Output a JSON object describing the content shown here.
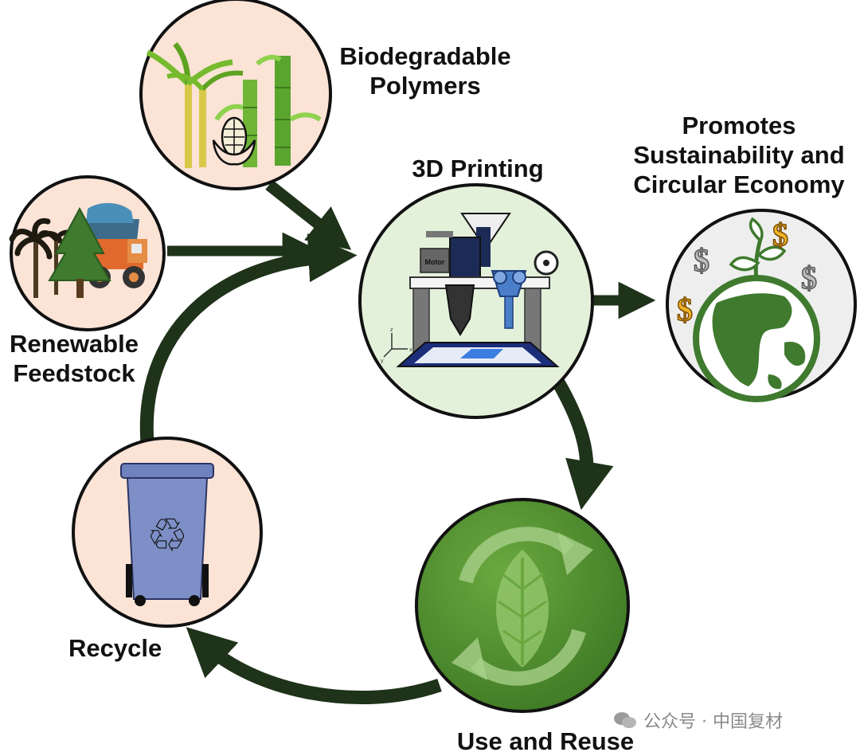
{
  "nodes": {
    "biodegradable": {
      "label_line1": "Biodegradable",
      "label_line2": "Polymers"
    },
    "printing": {
      "label": "3D Printing",
      "motor_label": "Motor",
      "axes": [
        "z",
        "x",
        "y"
      ]
    },
    "renewable": {
      "label_line1": "Renewable",
      "label_line2": "Feedstock"
    },
    "sustainability": {
      "label_line1": "Promotes",
      "label_line2": "Sustainability and",
      "label_line3": "Circular Economy",
      "currency_symbol": "$"
    },
    "recycle": {
      "label": "Recycle",
      "symbol": "♲"
    },
    "reuse": {
      "label": "Use and Reuse"
    }
  },
  "watermark": {
    "text": "公众号 · 中国复材"
  },
  "colors": {
    "arrow": "#1f321a",
    "circle_stroke": "#111111",
    "pink_fill": "#fbe3d6",
    "mint_fill": "#e3f1db",
    "grey_fill": "#eeeeee",
    "reuse_green": "#4d8b2f",
    "bin_blue": "#7d8fc6",
    "earth_green": "#3f7a2e"
  }
}
